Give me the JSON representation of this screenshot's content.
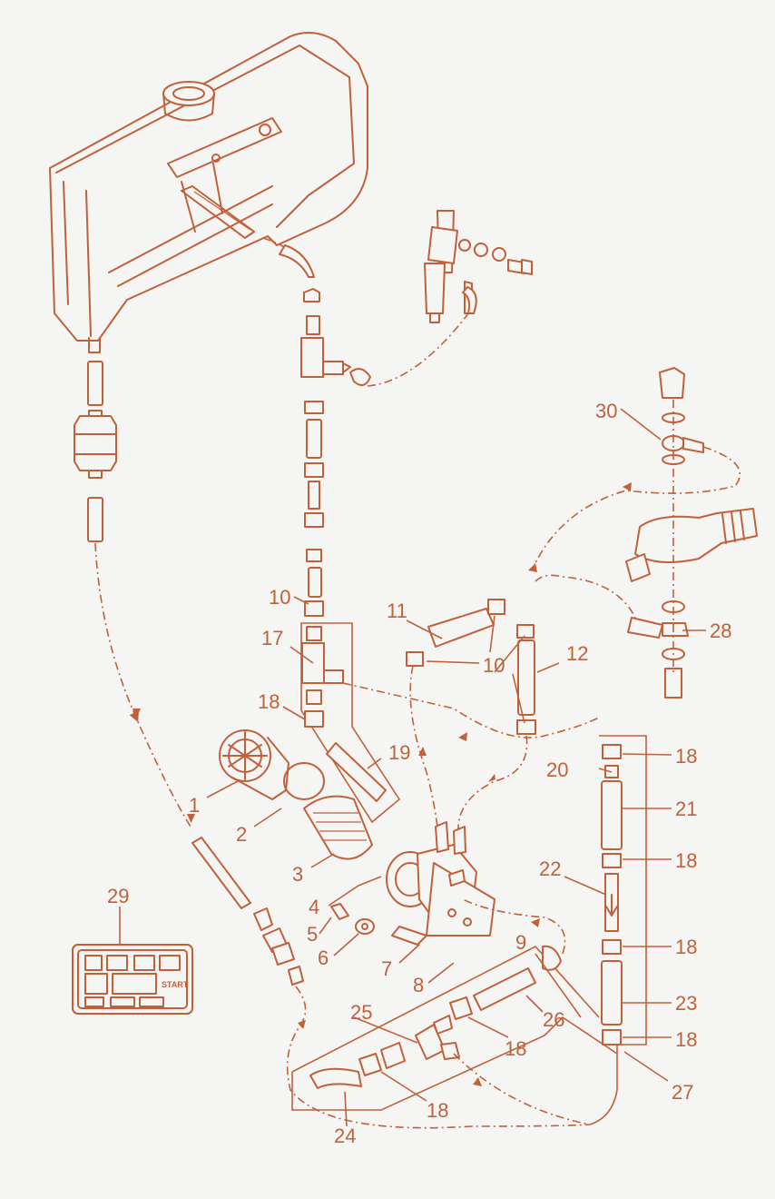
{
  "colors": {
    "line": "#c0613a",
    "background": "#f5f5f4"
  },
  "labels": {
    "l1": "1",
    "l2": "2",
    "l3": "3",
    "l4": "4",
    "l5": "5",
    "l6": "6",
    "l7": "7",
    "l8": "8",
    "l9": "9",
    "l10a": "10",
    "l10b": "10",
    "l11": "11",
    "l12": "12",
    "l17": "17",
    "l18a": "18",
    "l18b": "18",
    "l18c": "18",
    "l18d": "18",
    "l18e": "18",
    "l18f": "18",
    "l18g": "18",
    "l19": "19",
    "l20": "20",
    "l21": "21",
    "l22": "22",
    "l23": "23",
    "l24": "24",
    "l25": "25",
    "l26": "26",
    "l27": "27",
    "l28": "28",
    "l29": "29",
    "l30": "30"
  },
  "decal": {
    "start": "START"
  }
}
